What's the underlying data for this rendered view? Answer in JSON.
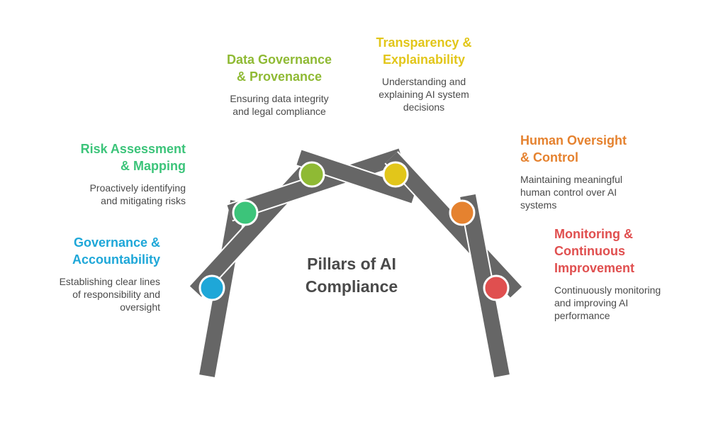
{
  "center": {
    "line1": "Pillars of AI",
    "line2": "Compliance"
  },
  "pillars": [
    {
      "key": "governance",
      "title_l1": "Governance &",
      "title_l2": "Accountability",
      "desc_l1": "Establishing clear lines",
      "desc_l2": "of responsibility and",
      "desc_l3": "oversight",
      "color": "#1ea7d8"
    },
    {
      "key": "risk",
      "title_l1": "Risk Assessment",
      "title_l2": "& Mapping",
      "desc_l1": "Proactively identifying",
      "desc_l2": "and mitigating risks",
      "color": "#3cc47a"
    },
    {
      "key": "data",
      "title_l1": "Data Governance",
      "title_l2": "& Provenance",
      "desc_l1": "Ensuring data integrity",
      "desc_l2": "and legal compliance",
      "color": "#8fba34"
    },
    {
      "key": "transparency",
      "title_l1": "Transparency &",
      "title_l2": "Explainability",
      "desc_l1": "Understanding and",
      "desc_l2": "explaining AI system",
      "desc_l3": "decisions",
      "color": "#e2c61a"
    },
    {
      "key": "oversight",
      "title_l1": "Human Oversight",
      "title_l2": "& Control",
      "desc_l1": "Maintaining meaningful",
      "desc_l2": "human control over AI",
      "desc_l3": "systems",
      "color": "#e5822f"
    },
    {
      "key": "monitoring",
      "title_l1": "Monitoring &",
      "title_l2": "Continuous",
      "title_l3": "Improvement",
      "desc_l1": "Continuously monitoring",
      "desc_l2": "and improving AI",
      "desc_l3": "performance",
      "color": "#e04f4f"
    }
  ],
  "colors": {
    "beam": "#666666",
    "beam_edge": "#ffffff",
    "text": "#4a4a4a"
  }
}
